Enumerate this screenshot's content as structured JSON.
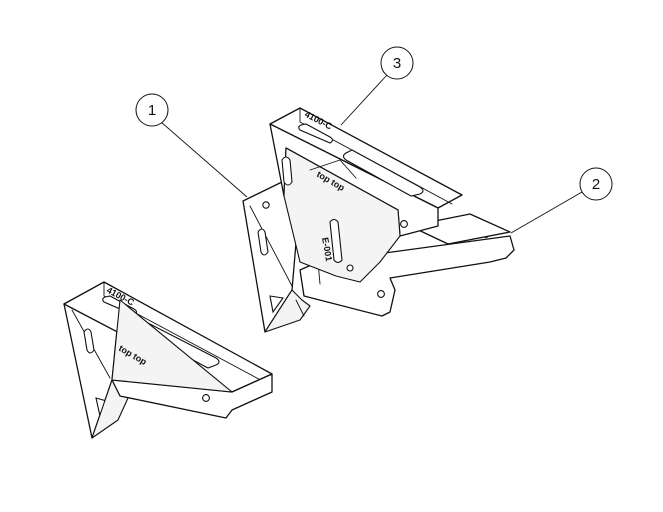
{
  "callouts": [
    {
      "number": "1"
    },
    {
      "number": "2"
    },
    {
      "number": "3"
    }
  ],
  "embossed": {
    "model_mark": "4100-C",
    "logo_mark": "top top",
    "side_mark": "E-001"
  }
}
